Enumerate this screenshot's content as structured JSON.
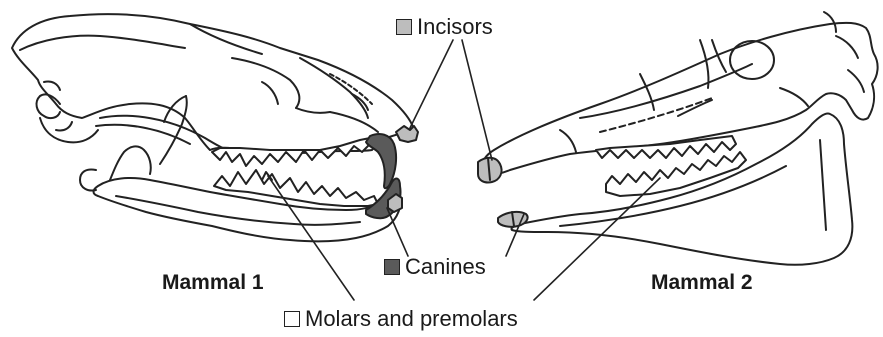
{
  "legend": {
    "incisors": {
      "label": "Incisors",
      "swatch": "#bdbdbd"
    },
    "canines": {
      "label": "Canines",
      "swatch": "#5a5a5a"
    },
    "molars": {
      "label": "Molars and premolars",
      "swatch": "#ffffff"
    }
  },
  "mammal_1": {
    "label": "Mammal 1"
  },
  "mammal_2": {
    "label": "Mammal 2"
  },
  "colors": {
    "line": "#222222",
    "incisor_fill": "#bdbdbd",
    "canine_fill": "#5a5a5a",
    "tooth_fill": "#ffffff"
  }
}
